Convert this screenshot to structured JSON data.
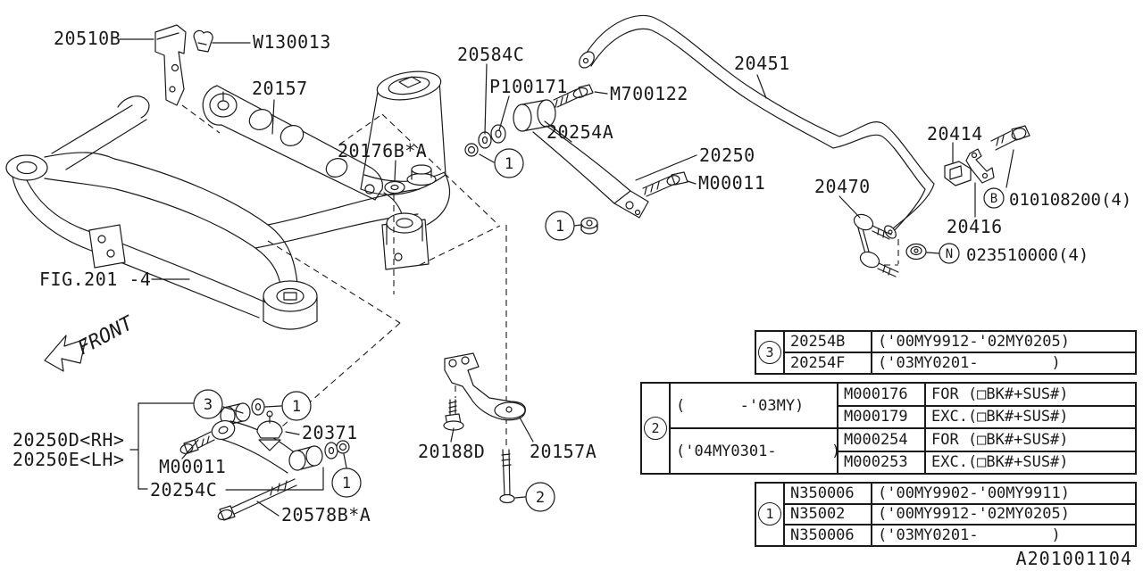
{
  "doc": {
    "drawing_number": "A201001104",
    "figure_ref": "FIG.201 -4",
    "front_label": "FRONT"
  },
  "parts": {
    "p20510B": "20510B",
    "pW130013": "W130013",
    "p20157": "20157",
    "p20176BA": "20176B*A",
    "p20584C": "20584C",
    "pP100171": "P100171",
    "pM700122": "M700122",
    "p20451": "20451",
    "p20254A": "20254A",
    "p20250": "20250",
    "pM00011_upper": "M00011",
    "p20414": "20414",
    "p20470": "20470",
    "p20416": "20416",
    "p010108200": "010108200(4)",
    "p023510000": "023510000(4)",
    "p20250D": "20250D<RH>",
    "p20250E": "20250E<LH>",
    "pM00011_lower": "M00011",
    "p20254C": "20254C",
    "p20578BA": "20578B*A",
    "p20371": "20371",
    "p20188D": "20188D",
    "p20157A": "20157A"
  },
  "callouts": {
    "one": "1",
    "two": "2",
    "three": "3",
    "B": "B",
    "N": "N"
  },
  "tables": {
    "t3": {
      "badge": "3",
      "rows": [
        {
          "part": "20254B",
          "range": "('00MY9912-'02MY0205)"
        },
        {
          "part": "20254F",
          "range": "('03MY0201-        )"
        }
      ]
    },
    "t2": {
      "badge": "2",
      "groups": [
        {
          "period": "(      -'03MY)",
          "rows": [
            {
              "part": "M000176",
              "app": "FOR (□BK#+SUS#)"
            },
            {
              "part": "M000179",
              "app": "EXC.(□BK#+SUS#)"
            }
          ]
        },
        {
          "period": "('04MY0301-      )",
          "rows": [
            {
              "part": "M000254",
              "app": "FOR (□BK#+SUS#)"
            },
            {
              "part": "M000253",
              "app": "EXC.(□BK#+SUS#)"
            }
          ]
        }
      ]
    },
    "t1": {
      "badge": "1",
      "rows": [
        {
          "part": "N350006",
          "range": "('00MY9902-'00MY9911)"
        },
        {
          "part": "N35002",
          "range": "('00MY9912-'02MY0205)"
        },
        {
          "part": "N350006",
          "range": "('03MY0201-        )"
        }
      ]
    }
  }
}
